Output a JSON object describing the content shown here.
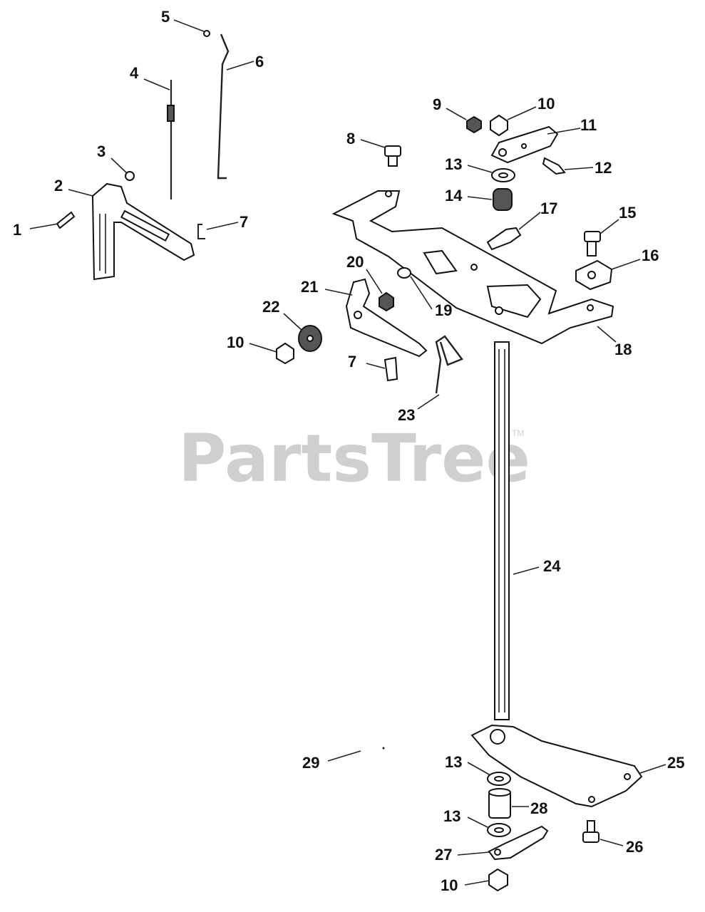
{
  "watermark": {
    "text": "PartsTree",
    "tm": "TM"
  },
  "callouts": [
    {
      "id": "c1",
      "text": "1"
    },
    {
      "id": "c2",
      "text": "2"
    },
    {
      "id": "c3",
      "text": "3"
    },
    {
      "id": "c4",
      "text": "4"
    },
    {
      "id": "c5",
      "text": "5"
    },
    {
      "id": "c6",
      "text": "6"
    },
    {
      "id": "c7a",
      "text": "7"
    },
    {
      "id": "c8",
      "text": "8"
    },
    {
      "id": "c9",
      "text": "9"
    },
    {
      "id": "c10a",
      "text": "10"
    },
    {
      "id": "c11",
      "text": "11"
    },
    {
      "id": "c12",
      "text": "12"
    },
    {
      "id": "c13a",
      "text": "13"
    },
    {
      "id": "c14",
      "text": "14"
    },
    {
      "id": "c15",
      "text": "15"
    },
    {
      "id": "c16",
      "text": "16"
    },
    {
      "id": "c17",
      "text": "17"
    },
    {
      "id": "c18",
      "text": "18"
    },
    {
      "id": "c19",
      "text": "19"
    },
    {
      "id": "c20",
      "text": "20"
    },
    {
      "id": "c21",
      "text": "21"
    },
    {
      "id": "c22",
      "text": "22"
    },
    {
      "id": "c10b",
      "text": "10"
    },
    {
      "id": "c7b",
      "text": "7"
    },
    {
      "id": "c23",
      "text": "23"
    },
    {
      "id": "c24",
      "text": "24"
    },
    {
      "id": "c29",
      "text": "29"
    },
    {
      "id": "c13b",
      "text": "13"
    },
    {
      "id": "c25",
      "text": "25"
    },
    {
      "id": "c28",
      "text": "28"
    },
    {
      "id": "c13c",
      "text": "13"
    },
    {
      "id": "c26",
      "text": "26"
    },
    {
      "id": "c27",
      "text": "27"
    },
    {
      "id": "c10c",
      "text": "10"
    }
  ]
}
